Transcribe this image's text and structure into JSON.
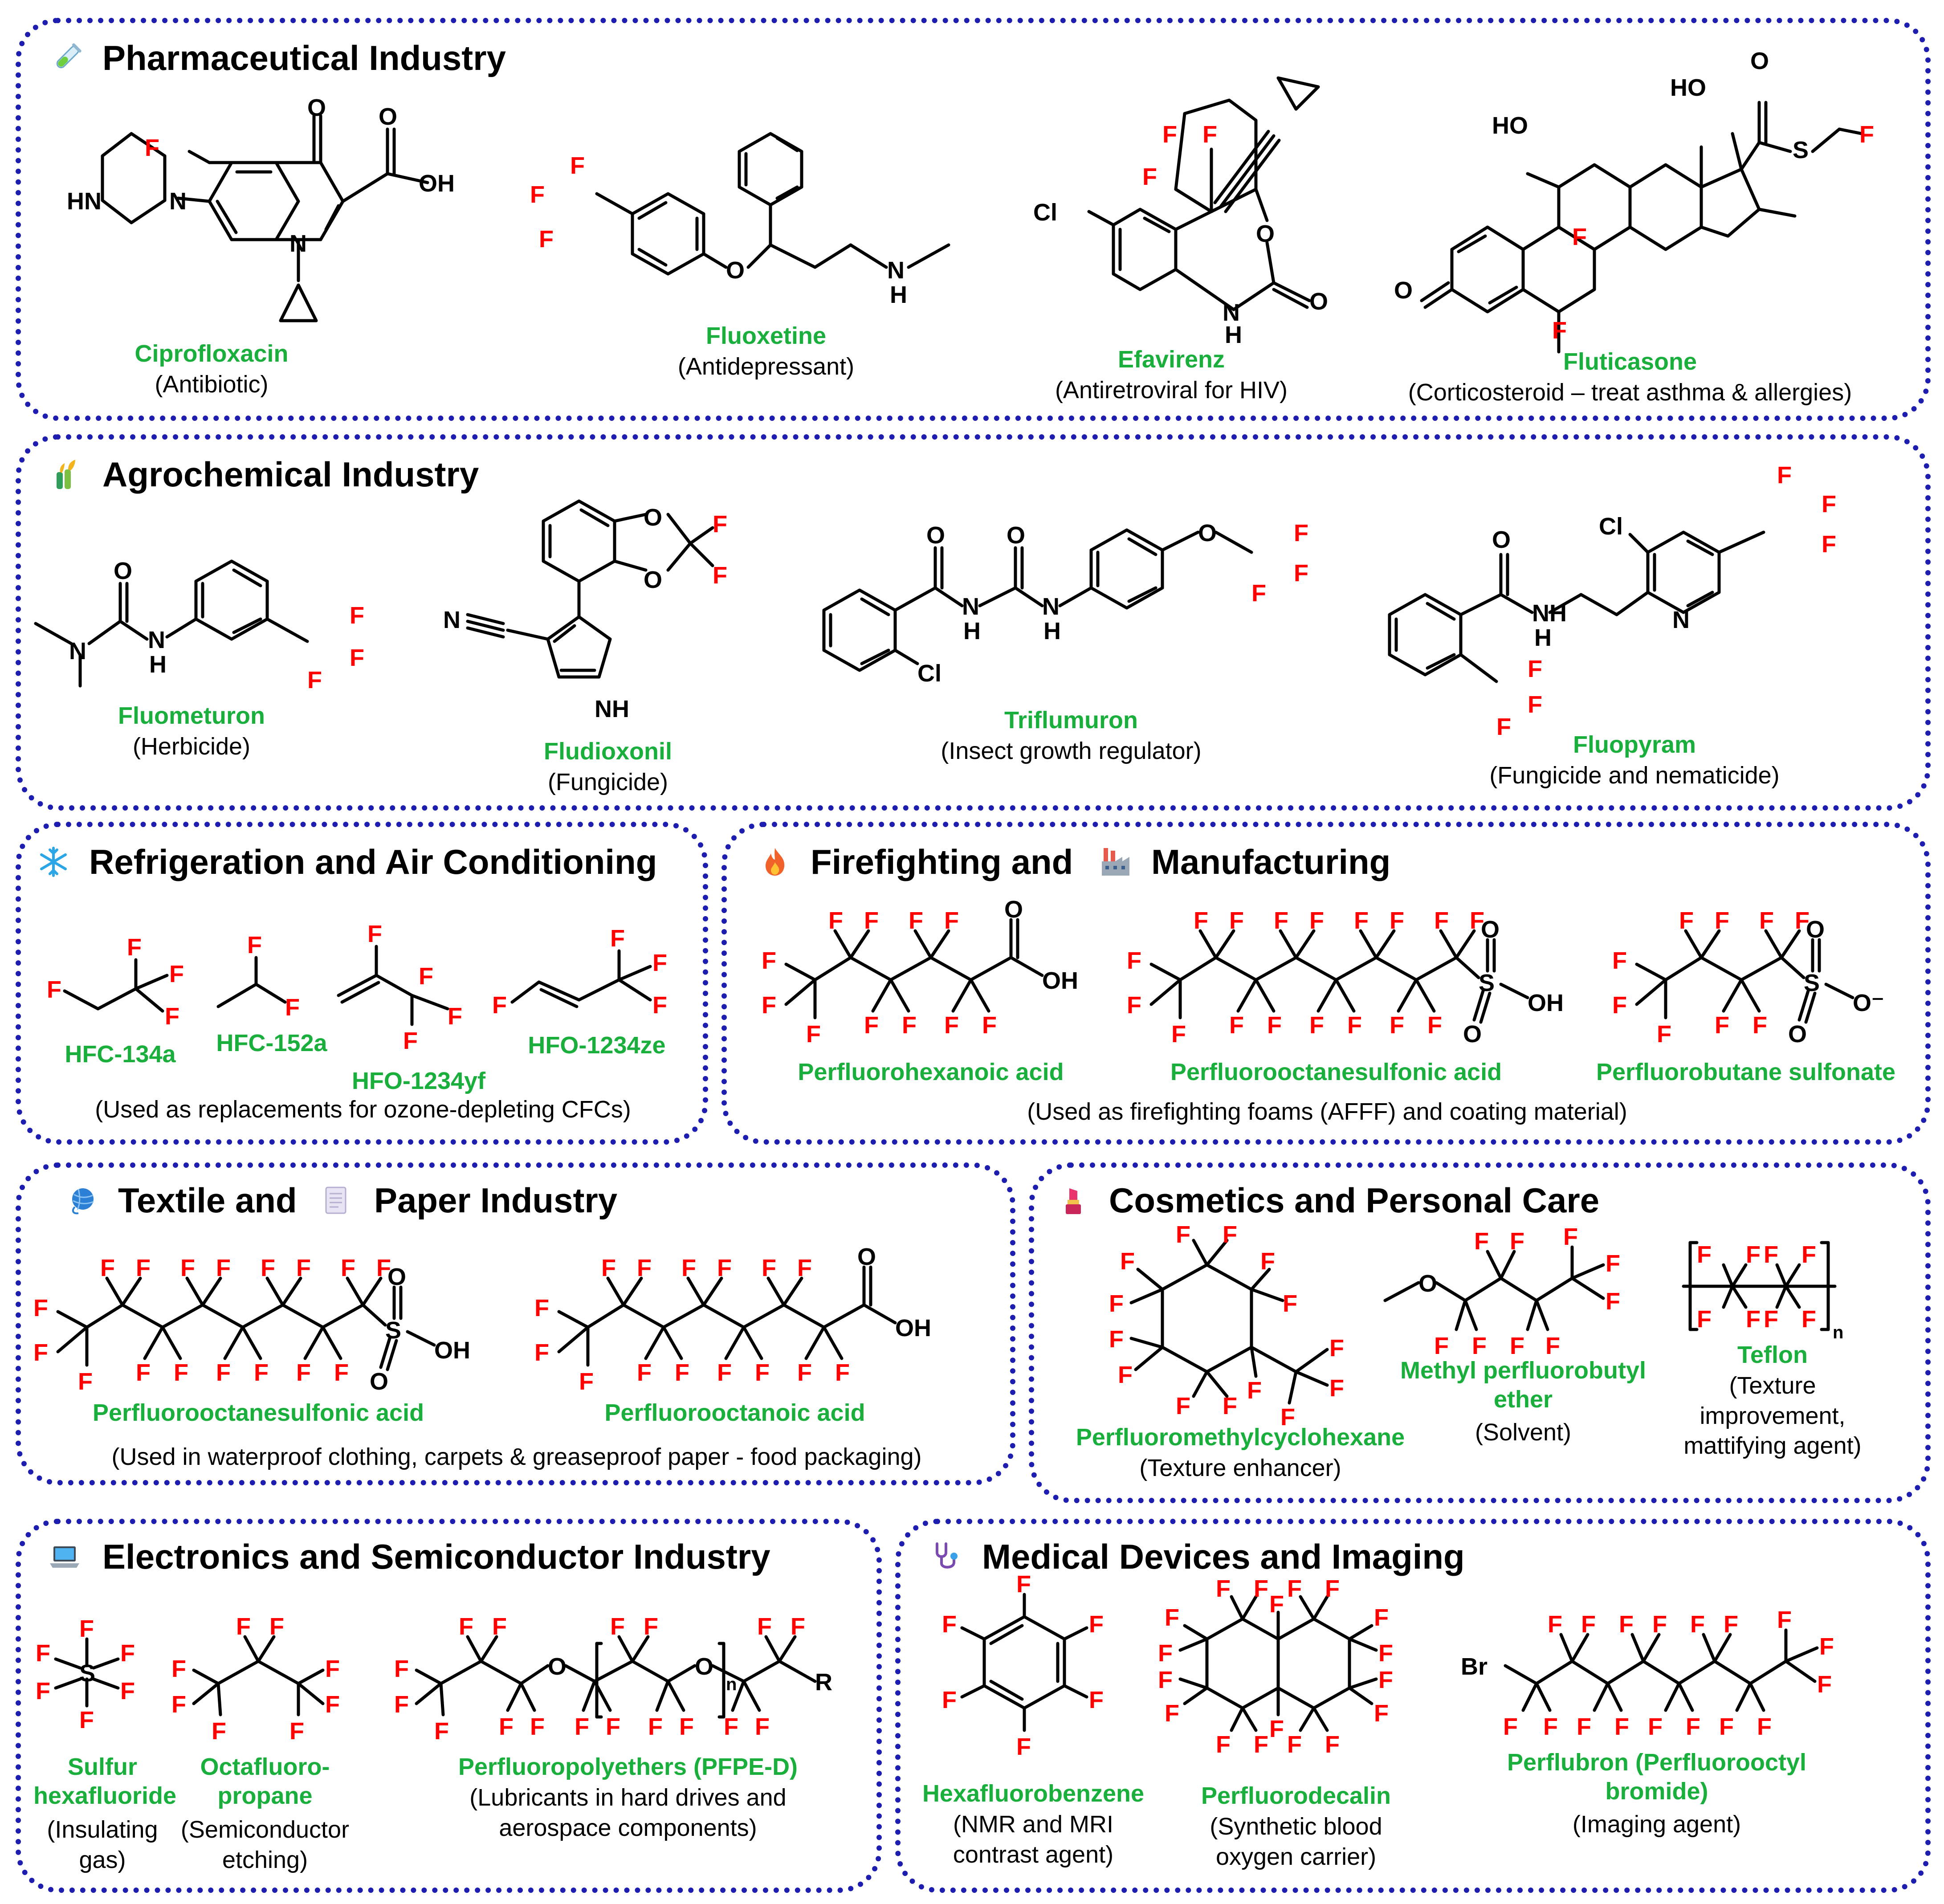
{
  "colors": {
    "border": "#1d1db0",
    "name": "#1aaf3c",
    "fluorine": "#ff0000"
  },
  "panels": {
    "pharma": {
      "title": "Pharmaceutical Industry",
      "icon": "test-tube-icon"
    },
    "agro": {
      "title": "Agrochemical Industry",
      "icon": "wheat-icon"
    },
    "refrig": {
      "title": "Refrigeration and Air Conditioning",
      "icon": "snowflake-icon",
      "note": "(Used as replacements for ozone-depleting CFCs)"
    },
    "fire": {
      "title_a": "Firefighting and",
      "title_b": "Manufacturing",
      "icon_a": "fire-icon",
      "icon_b": "factory-icon",
      "note": "(Used as firefighting foams (AFFF) and coating material)"
    },
    "textile": {
      "title_a": "Textile and",
      "title_b": "Paper Industry",
      "icon_a": "yarn-icon",
      "icon_b": "scroll-icon",
      "note": "(Used in waterproof clothing, carpets & greaseproof paper - food packaging)"
    },
    "cosmetics": {
      "title": "Cosmetics and Personal Care",
      "icon": "lipstick-icon"
    },
    "electronics": {
      "title": "Electronics and Semiconductor Industry",
      "icon": "laptop-icon"
    },
    "medical": {
      "title": "Medical Devices and Imaging",
      "icon": "stethoscope-icon"
    }
  },
  "compounds": {
    "ciprofloxacin": {
      "name": "Ciprofloxacin",
      "desc": "(Antibiotic)"
    },
    "fluoxetine": {
      "name": "Fluoxetine",
      "desc": "(Antidepressant)"
    },
    "efavirenz": {
      "name": "Efavirenz",
      "desc": "(Antiretroviral for HIV)"
    },
    "fluticasone": {
      "name": "Fluticasone",
      "desc": "(Corticosteroid – treat asthma & allergies)"
    },
    "fluometuron": {
      "name": "Fluometuron",
      "desc": "(Herbicide)"
    },
    "fludioxonil": {
      "name": "Fludioxonil",
      "desc": "(Fungicide)"
    },
    "triflumuron": {
      "name": "Triflumuron",
      "desc": "(Insect growth regulator)"
    },
    "fluopyram": {
      "name": "Fluopyram",
      "desc": "(Fungicide and nematicide)"
    },
    "hfc134a": {
      "name": "HFC-134a"
    },
    "hfc152a": {
      "name": "HFC-152a"
    },
    "hfo1234yf": {
      "name": "HFO-1234yf"
    },
    "hfo1234ze": {
      "name": "HFO-1234ze"
    },
    "pfhxa": {
      "name": "Perfluorohexanoic acid"
    },
    "pfos_fire": {
      "name": "Perfluorooctanesulfonic acid"
    },
    "pfbs": {
      "name": "Perfluorobutane sulfonate"
    },
    "pfos_textile": {
      "name": "Perfluorooctanesulfonic acid"
    },
    "pfoa": {
      "name": "Perfluorooctanoic acid"
    },
    "pfmch": {
      "name": "Perfluoromethylcyclohexane",
      "desc": "(Texture enhancer)"
    },
    "mpfbe": {
      "name": "Methyl perfluorobutyl ether",
      "desc": "(Solvent)"
    },
    "teflon": {
      "name": "Teflon",
      "desc": "(Texture improvement, mattifying agent)"
    },
    "sf6": {
      "name": "Sulfur hexafluoride",
      "desc": "(Insulating gas)"
    },
    "c3f8": {
      "name": "Octafluoro-propane",
      "desc": "(Semiconductor etching)"
    },
    "pfpe": {
      "name": "Perfluoropolyethers (PFPE-D)",
      "desc": "(Lubricants in hard drives and aerospace components)"
    },
    "c6f6": {
      "name": "Hexafluorobenzene",
      "desc": "(NMR and MRI contrast agent)"
    },
    "pfd": {
      "name": "Perfluorodecalin",
      "desc": "(Synthetic blood oxygen carrier)"
    },
    "perflubron": {
      "name": "Perflubron (Perfluorooctyl bromide)",
      "desc": "(Imaging agent)"
    }
  },
  "atoms": {
    "F": "F",
    "O": "O",
    "OH": "OH",
    "HO": "HO",
    "N": "N",
    "H": "H",
    "NH": "NH",
    "HN": "HN",
    "Cl": "Cl",
    "S": "S",
    "Br": "Br",
    "R": "R",
    "n": "n",
    "Ominus": "O⁻"
  }
}
